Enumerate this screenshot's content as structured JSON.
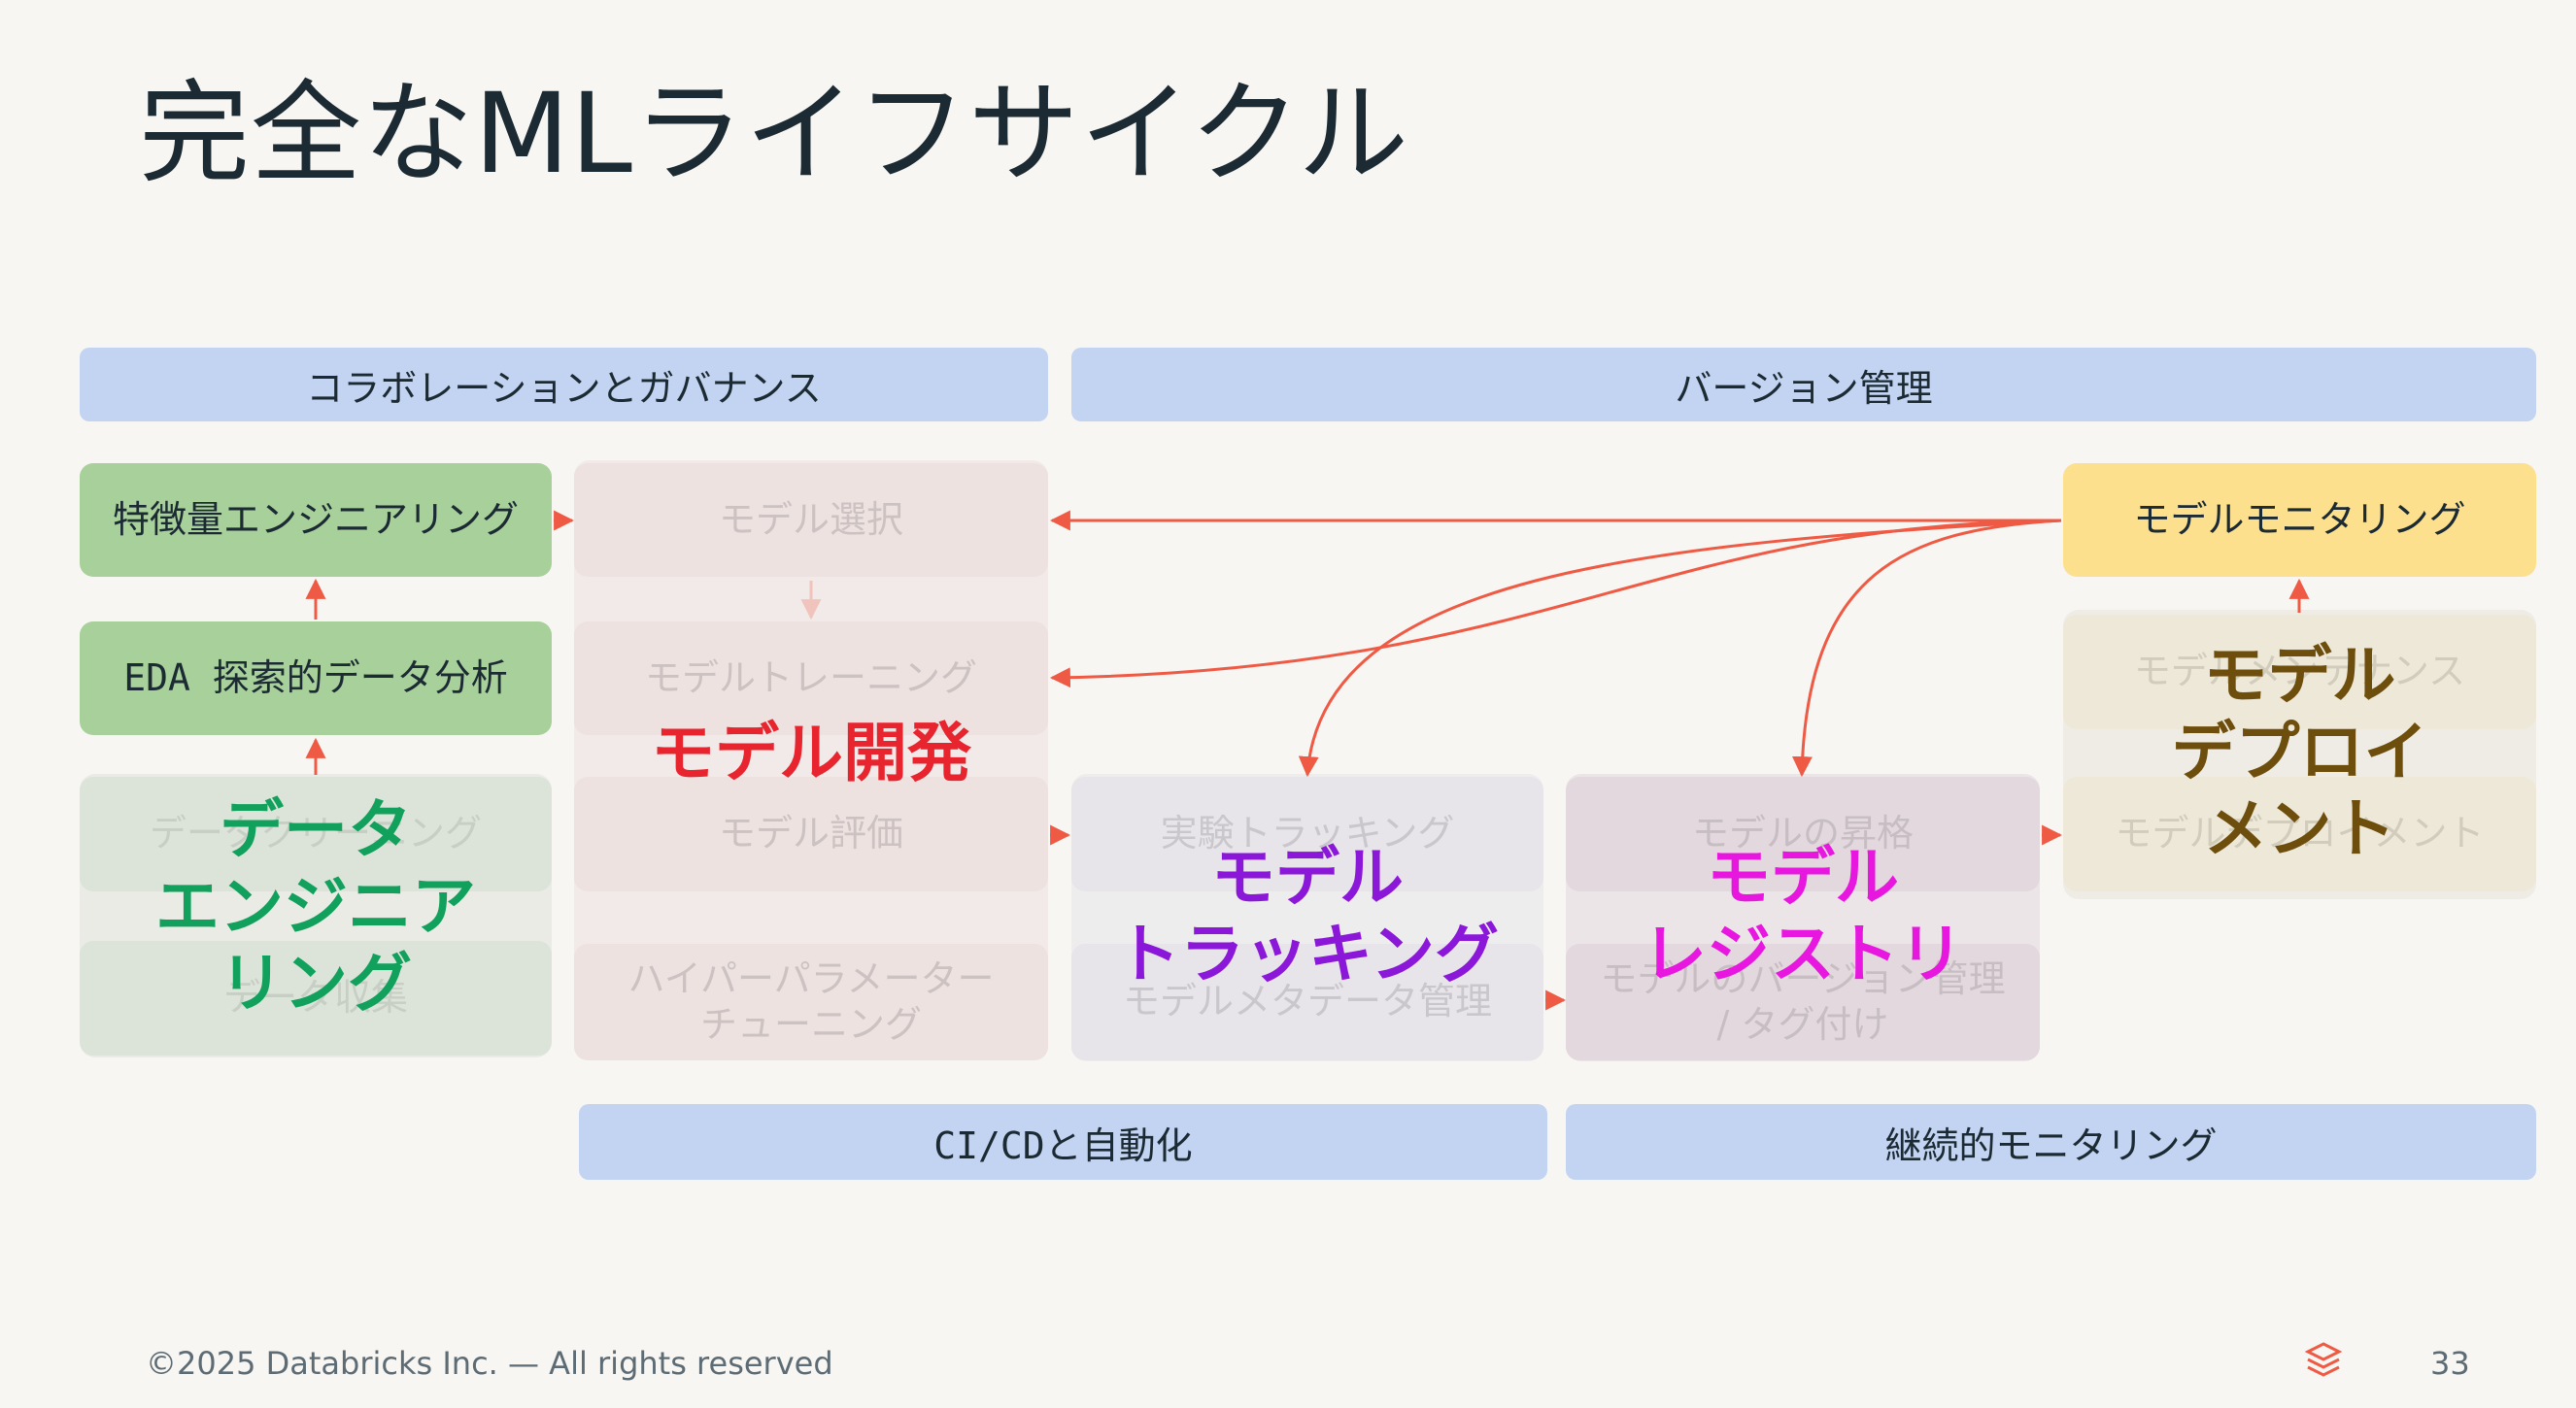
{
  "title": "完全なMLライフサイクル",
  "bands": {
    "collaboration": "コラボレーションとガバナンス",
    "version": "バージョン管理",
    "cicd": "CI/CDと自動化",
    "monitoring": "継続的モニタリング"
  },
  "data_engineering": {
    "feature_engineering": "特徴量エンジニアリング",
    "eda": "EDA 探索的データ分析",
    "data_cleaning": "データクリーニング",
    "data_collection": "データ収集",
    "overlay": [
      "データ",
      "エンジニア",
      "リング"
    ]
  },
  "model_development": {
    "model_selection": "モデル選択",
    "model_training": "モデルトレーニング",
    "model_evaluation": "モデル評価",
    "hyperparameter_tuning": [
      "ハイパーパラメーター",
      "チューニング"
    ],
    "overlay": "モデル開発"
  },
  "model_tracking": {
    "experiment_tracking": "実験トラッキング",
    "metadata_management": "モデルメタデータ管理",
    "overlay": [
      "モデル",
      "トラッキング"
    ]
  },
  "model_registry": {
    "model_promotion": "モデルの昇格",
    "version_tagging": [
      "モデルのバージョン管理",
      "/ タグ付け"
    ],
    "overlay": [
      "モデル",
      "レジストリ"
    ]
  },
  "model_deployment": {
    "model_monitoring": "モデルモニタリング",
    "model_serving": "モデルメンテナンス",
    "model_deploy": "モデルデプロイメント",
    "overlay": [
      "モデル",
      "デプロイ",
      "メント"
    ]
  },
  "colors": {
    "arrow": "#EF5A45",
    "data_engineering_label": "#12A15D",
    "model_development_label": "#E8242F",
    "model_tracking_label": "#8B17D8",
    "model_registry_label": "#E817E0",
    "model_deployment_label": "#6E4E0C"
  },
  "footer": {
    "copyright": "©2025 Databricks Inc. — All rights reserved",
    "page_number": "33",
    "logo_icon": "databricks-logo-icon"
  }
}
